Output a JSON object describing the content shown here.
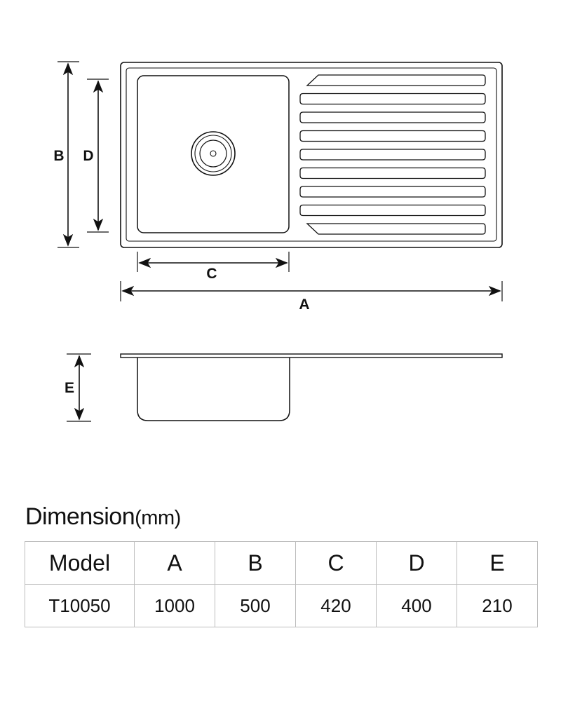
{
  "diagram": {
    "labels": {
      "A": "A",
      "B": "B",
      "C": "C",
      "D": "D",
      "E": "E"
    },
    "drainboard_rib_count": 9
  },
  "dimension_section": {
    "title_main": "Dimension",
    "title_unit": "(mm)"
  },
  "table": {
    "headers": [
      "Model",
      "A",
      "B",
      "C",
      "D",
      "E"
    ],
    "rows": [
      [
        "T10050",
        "1000",
        "500",
        "420",
        "400",
        "210"
      ]
    ]
  }
}
